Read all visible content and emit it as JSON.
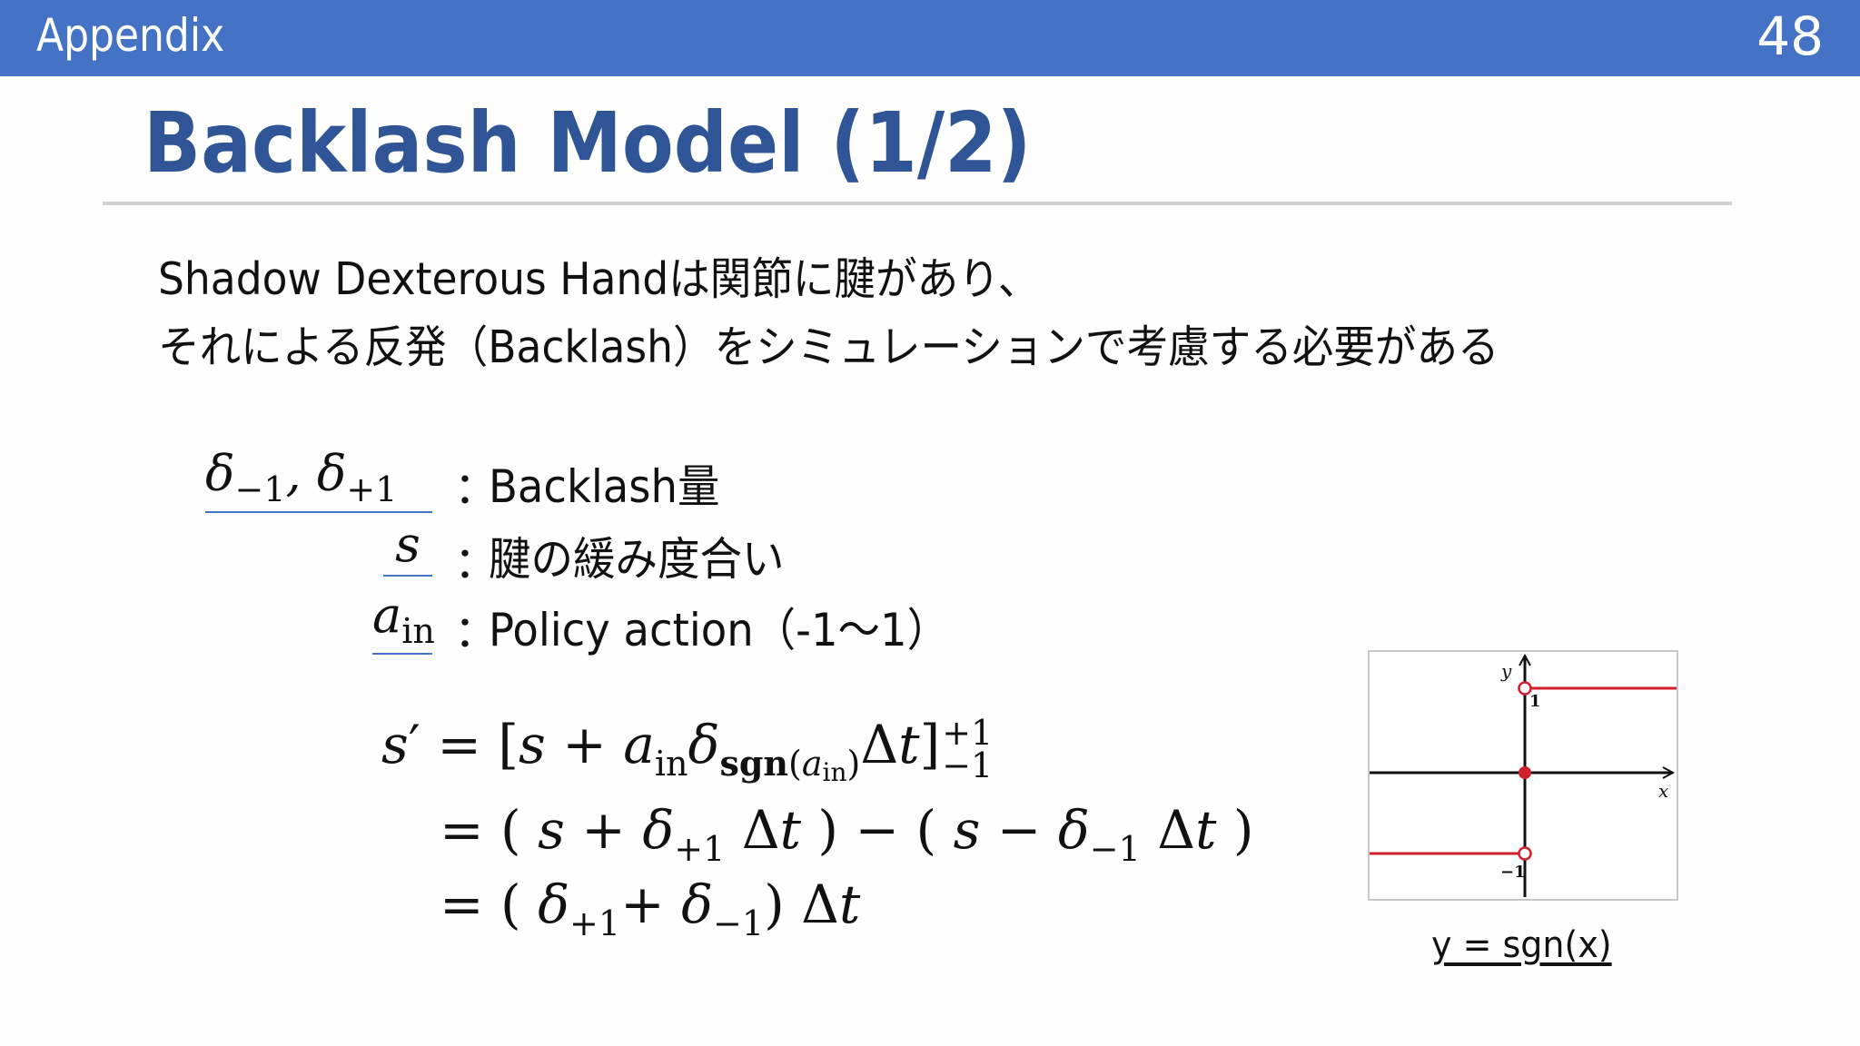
{
  "header": {
    "section": "Appendix",
    "page_number": "48",
    "bar_color": "#4472c4"
  },
  "title": {
    "text": "Backlash Model (1/2)",
    "color": "#2f5597"
  },
  "body": {
    "line1": "Shadow Dexterous Handは関節に腱があり、",
    "line2": "それによる反発（Backlash）をシミュレーションで考慮する必要がある"
  },
  "definitions": [
    {
      "symbol": "δ₋₁, δ₊₁",
      "colon": "：",
      "description": "Backlash量"
    },
    {
      "symbol": "s",
      "colon": "：",
      "description": "腱の緩み度合い"
    },
    {
      "symbol": "a_in",
      "colon": "：",
      "description": "Policy action（-1～1）"
    }
  ],
  "equations": [
    "s' = [s + a_in δ_sgn(a_in) Δt]_{-1}^{+1}",
    "= ( s + δ_{+1} Δt ) − ( s − δ_{-1} Δt )",
    "= ( δ_{+1} + δ_{-1} ) Δt"
  ],
  "graph": {
    "caption": "y = sgn(x)",
    "x_label": "x",
    "y_label": "y",
    "tick_pos": "1",
    "tick_neg": "−1",
    "line_color": "#d0202a"
  }
}
